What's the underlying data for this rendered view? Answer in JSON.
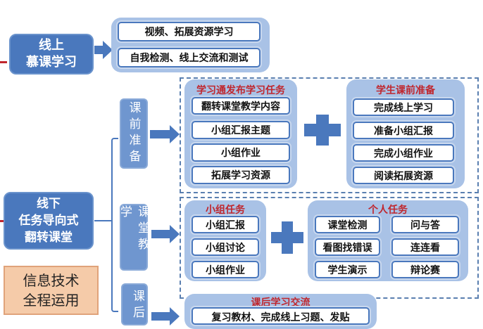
{
  "online": {
    "label": "线上\n慕课学习",
    "items": [
      "视频、拓展资源学习",
      "自我检测、线上交流和测试"
    ]
  },
  "offline": {
    "label": "线下\n任务导向式\n翻转课堂"
  },
  "info_tech": "信息技术\n全程运用",
  "phases": {
    "pre": "课前准备",
    "class": "课堂教学",
    "post": "课后"
  },
  "pre_class": {
    "teacher": {
      "title": "学习通发布学习任务",
      "items": [
        "翻转课堂教学内容",
        "小组汇报主题",
        "小组作业",
        "拓展学习资源"
      ]
    },
    "student": {
      "title": "学生课前准备",
      "items": [
        "完成线上学习",
        "准备小组汇报",
        "完成小组作业",
        "阅读拓展资源"
      ]
    }
  },
  "in_class": {
    "group": {
      "title": "小组任务",
      "items": [
        "小组汇报",
        "小组讨论",
        "小组作业"
      ]
    },
    "individual": {
      "title": "个人任务",
      "items": [
        "课堂检测",
        "问与答",
        "看图找错误",
        "连连看",
        "学生演示",
        "辩论赛"
      ]
    }
  },
  "post_class": {
    "title": "课后学习交流",
    "items": [
      "复习教材、完成线上习题、发贴"
    ]
  },
  "colors": {
    "dark_blue": "#4a78bd",
    "panel": "#a9c2e6",
    "title_red": "#c0262d",
    "tan": "#f5cba9"
  }
}
